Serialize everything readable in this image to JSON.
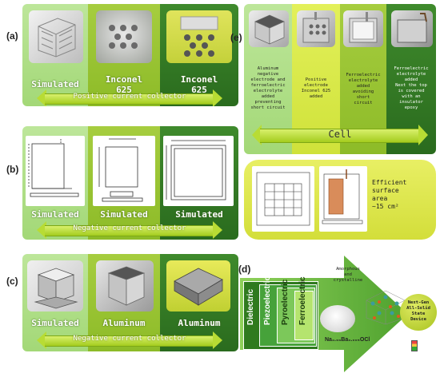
{
  "panels": {
    "a": {
      "label": "(a)",
      "captions": [
        "Simulated",
        "Inconel\n625",
        "Inconel\n625"
      ],
      "arrow": "Positive current collector"
    },
    "b": {
      "label": "(b)",
      "captions": [
        "Simulated",
        "Simulated",
        "Simulated"
      ],
      "arrow": "Negative current collector"
    },
    "c": {
      "label": "(c)",
      "captions": [
        "Simulated",
        "Aluminum",
        "Aluminum"
      ],
      "arrow": "Negative current collector"
    },
    "d": {
      "label": "(d)",
      "layers": [
        "Dielectric",
        "Piezoelectric",
        "Pyroelectric",
        "Ferroelectric"
      ],
      "amorphous": "Amorphous\nand\ncrystalline",
      "formula": "Na₂.₉₉Ba₀.₀₀₅OCl",
      "device": "Next-Gen\nAll-Solid\nState\nDevice"
    },
    "e": {
      "label": "(e)",
      "descriptions": [
        "Aluminum\nnegative\nelectrode and\nferroelectric\nelectrolyte\nadded\npreventing\nshort circuit",
        "Positive\nelectrode\nInconel 625\nadded",
        "Ferroelectric\nelectrolyte\nadded\navoiding\nshort\ncircuit",
        "Ferroelectric\nelectrolyte\nadded\nNext the top\nis covered\nwith an\ninsulator\nepoxy"
      ],
      "arrow": "Cell"
    },
    "f": {
      "text": "Efficient\nsurface\narea\n~15 cm²"
    }
  },
  "colors": {
    "light": "#a3d877",
    "mid": "#8dbb28",
    "dark": "#2a6b1e",
    "arrow": "#b8dc34"
  }
}
